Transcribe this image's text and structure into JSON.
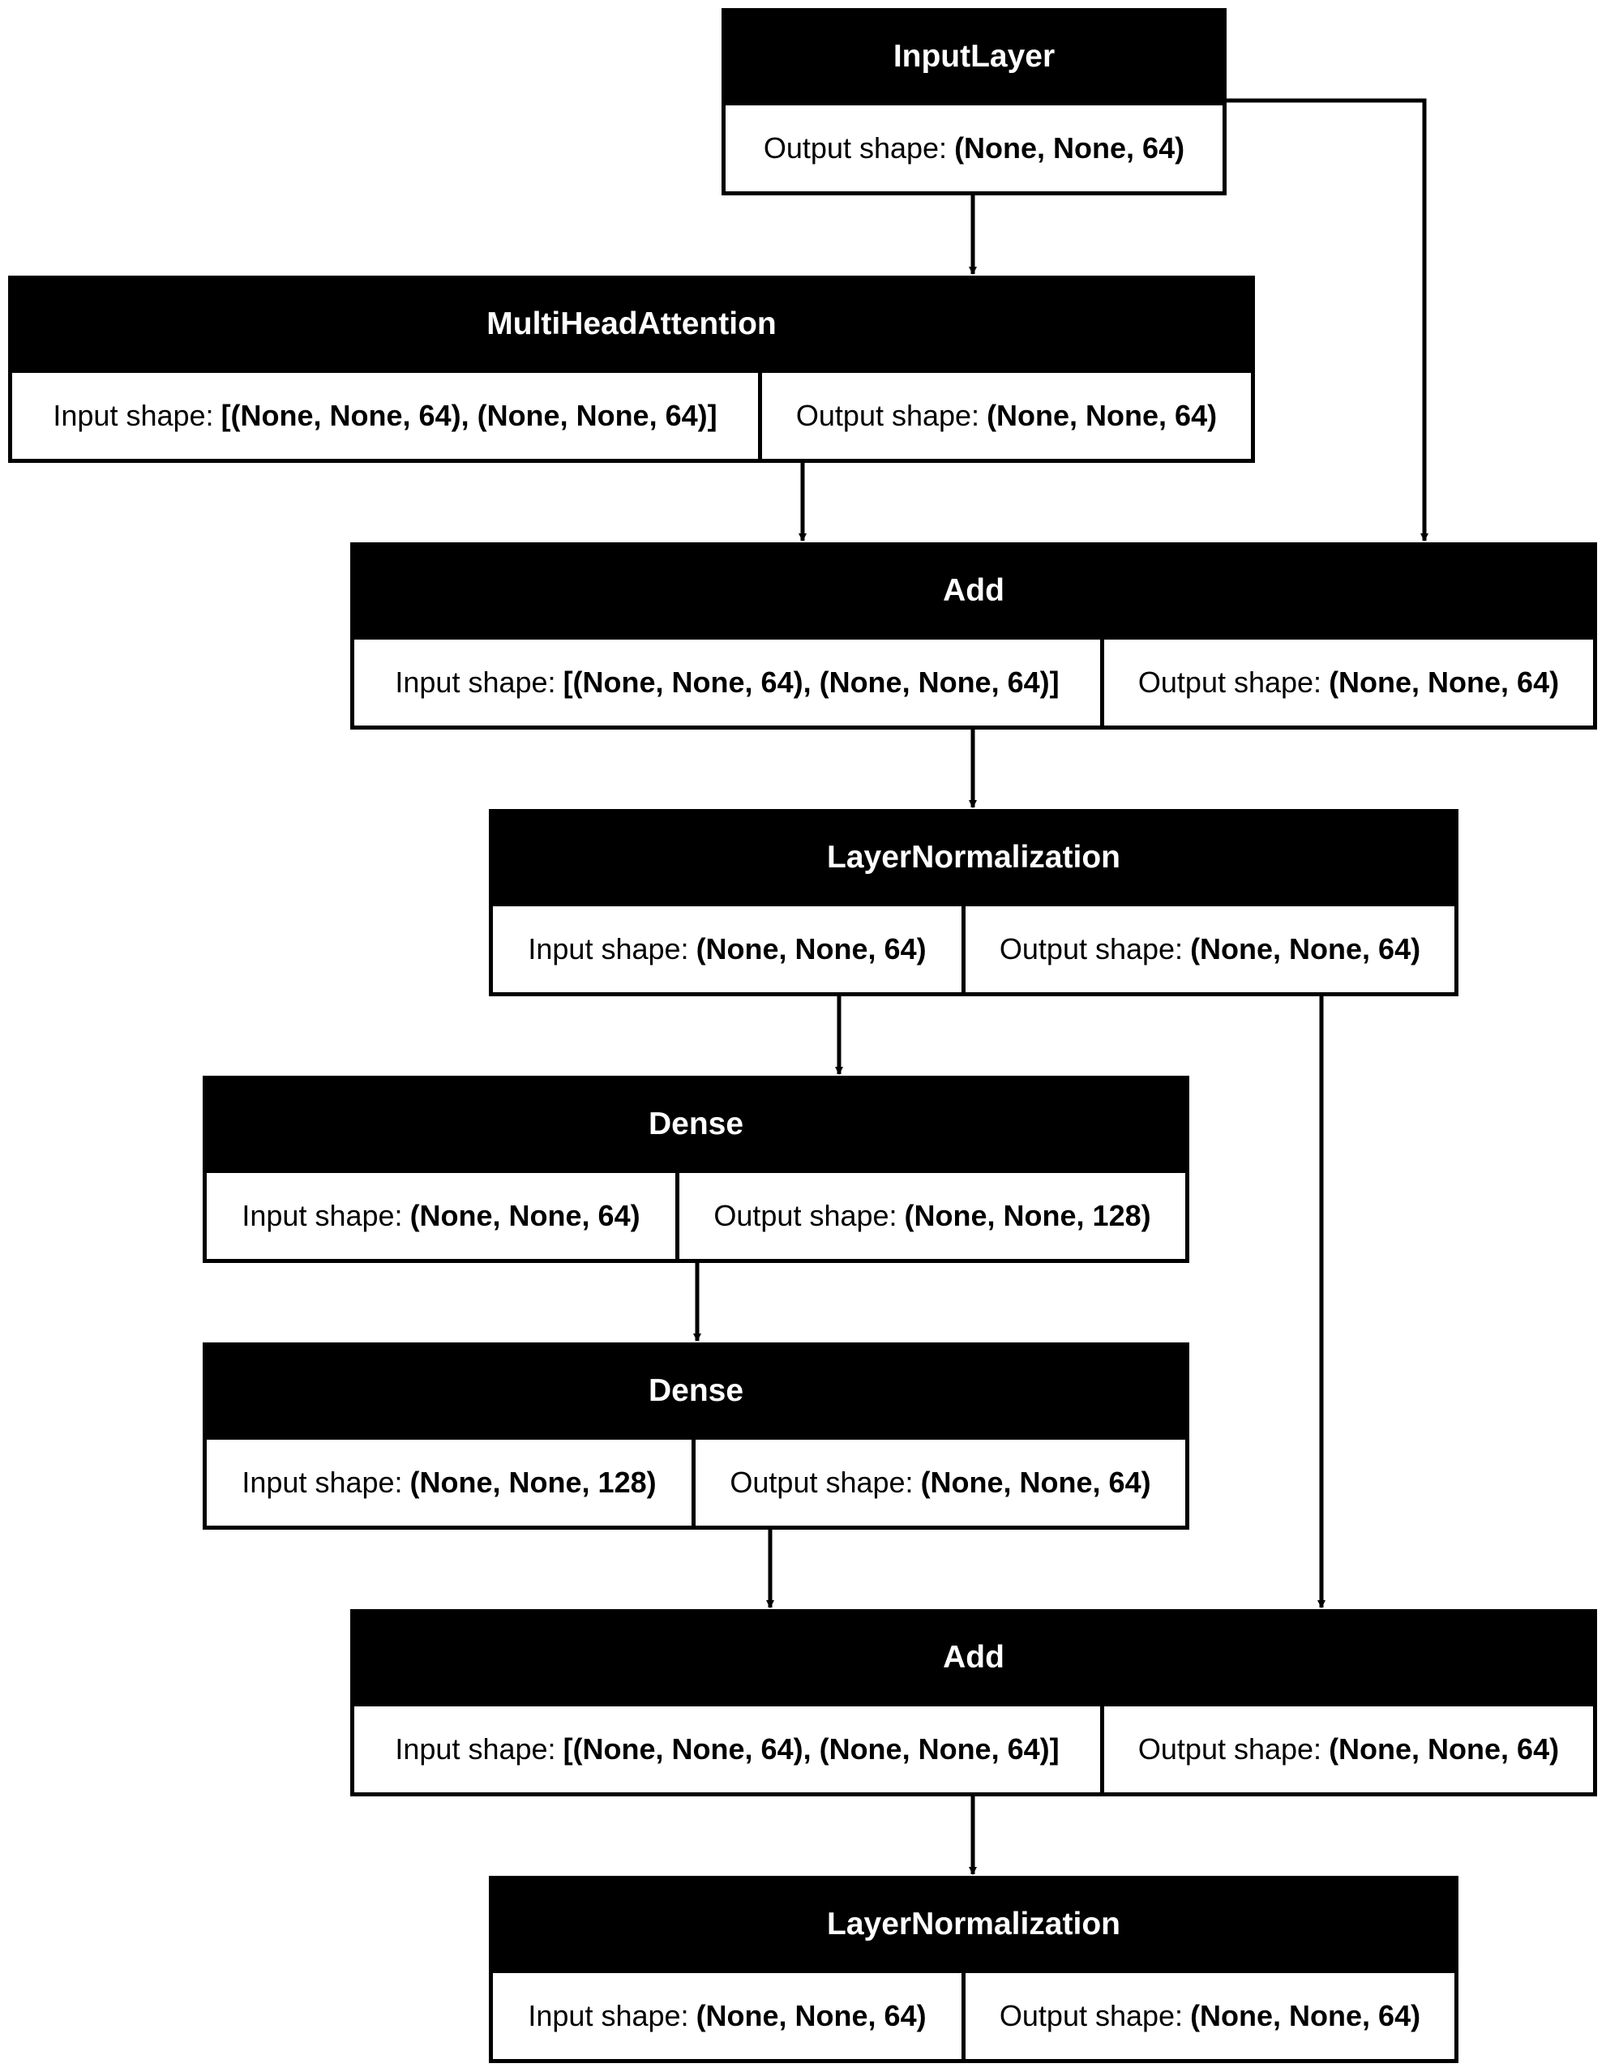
{
  "layers": [
    {
      "name": "InputLayer",
      "output_shape": "(None, None, 64)"
    },
    {
      "name": "MultiHeadAttention",
      "input_shape": "[(None, None, 64), (None, None, 64)]",
      "output_shape": "(None, None, 64)"
    },
    {
      "name": "Add",
      "input_shape": "[(None, None, 64), (None, None, 64)]",
      "output_shape": "(None, None, 64)"
    },
    {
      "name": "LayerNormalization",
      "input_shape": "(None, None, 64)",
      "output_shape": "(None, None, 64)"
    },
    {
      "name": "Dense",
      "input_shape": "(None, None, 64)",
      "output_shape": "(None, None, 128)"
    },
    {
      "name": "Dense",
      "input_shape": "(None, None, 128)",
      "output_shape": "(None, None, 64)"
    },
    {
      "name": "Add",
      "input_shape": "[(None, None, 64), (None, None, 64)]",
      "output_shape": "(None, None, 64)"
    },
    {
      "name": "LayerNormalization",
      "input_shape": "(None, None, 64)",
      "output_shape": "(None, None, 64)"
    }
  ],
  "labels": {
    "input": "Input shape:",
    "output": "Output shape:"
  },
  "edges": [
    [
      0,
      1
    ],
    [
      0,
      2
    ],
    [
      1,
      2
    ],
    [
      2,
      3
    ],
    [
      3,
      4
    ],
    [
      3,
      6
    ],
    [
      4,
      5
    ],
    [
      5,
      6
    ],
    [
      6,
      7
    ]
  ]
}
